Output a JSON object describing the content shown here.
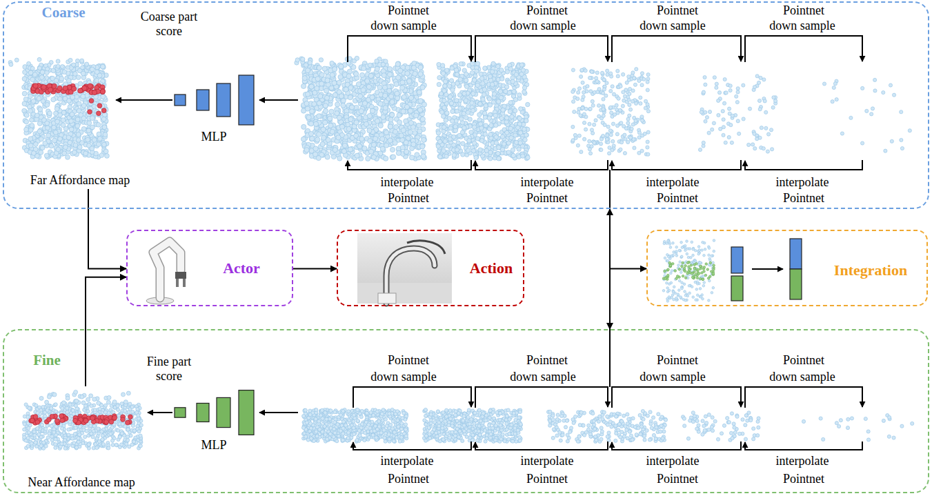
{
  "diagram": {
    "nodes": [
      {
        "text": [
          "Coarse"
        ]
      },
      {
        "text": [
          "Far Affordance map"
        ],
        "in": 0
      },
      {
        "text": [
          "Actor"
        ]
      },
      {
        "text": [
          "Action"
        ]
      },
      {
        "text": [
          "Integration"
        ]
      },
      {
        "text": [
          "Fine"
        ]
      },
      {
        "text": [
          "Near Affordance map"
        ],
        "in": 5
      }
    ],
    "edges": [
      {
        "from": 1,
        "to": 2,
        "arrow": "to"
      },
      {
        "from": 6,
        "to": 2,
        "arrow": "to"
      },
      {
        "from": 2,
        "to": 3,
        "arrow": "to"
      },
      {
        "from": 0,
        "to": 5,
        "arrow": "both"
      },
      {
        "from": 0,
        "to": 4,
        "arrow": "to"
      }
    ],
    "labels": [
      "Pointnet",
      "Pointnet",
      "Pointnet",
      "Pointnet",
      "Coarse part score",
      "down sample",
      "down sample",
      "down sample",
      "down sample",
      "MLP",
      "interpolate",
      "interpolate",
      "interpolate",
      "interpolate",
      "Pointnet",
      "Pointnet",
      "Pointnet",
      "Pointnet",
      "Pointnet",
      "Pointnet",
      "Pointnet",
      "Pointnet",
      "Fine part score",
      "down sample",
      "down sample",
      "down sample",
      "down sample",
      "MLP",
      "interpolate",
      "interpolate",
      "interpolate",
      "interpolate",
      "Pointnet",
      "Pointnet",
      "Pointnet",
      "Pointnet"
    ]
  }
}
